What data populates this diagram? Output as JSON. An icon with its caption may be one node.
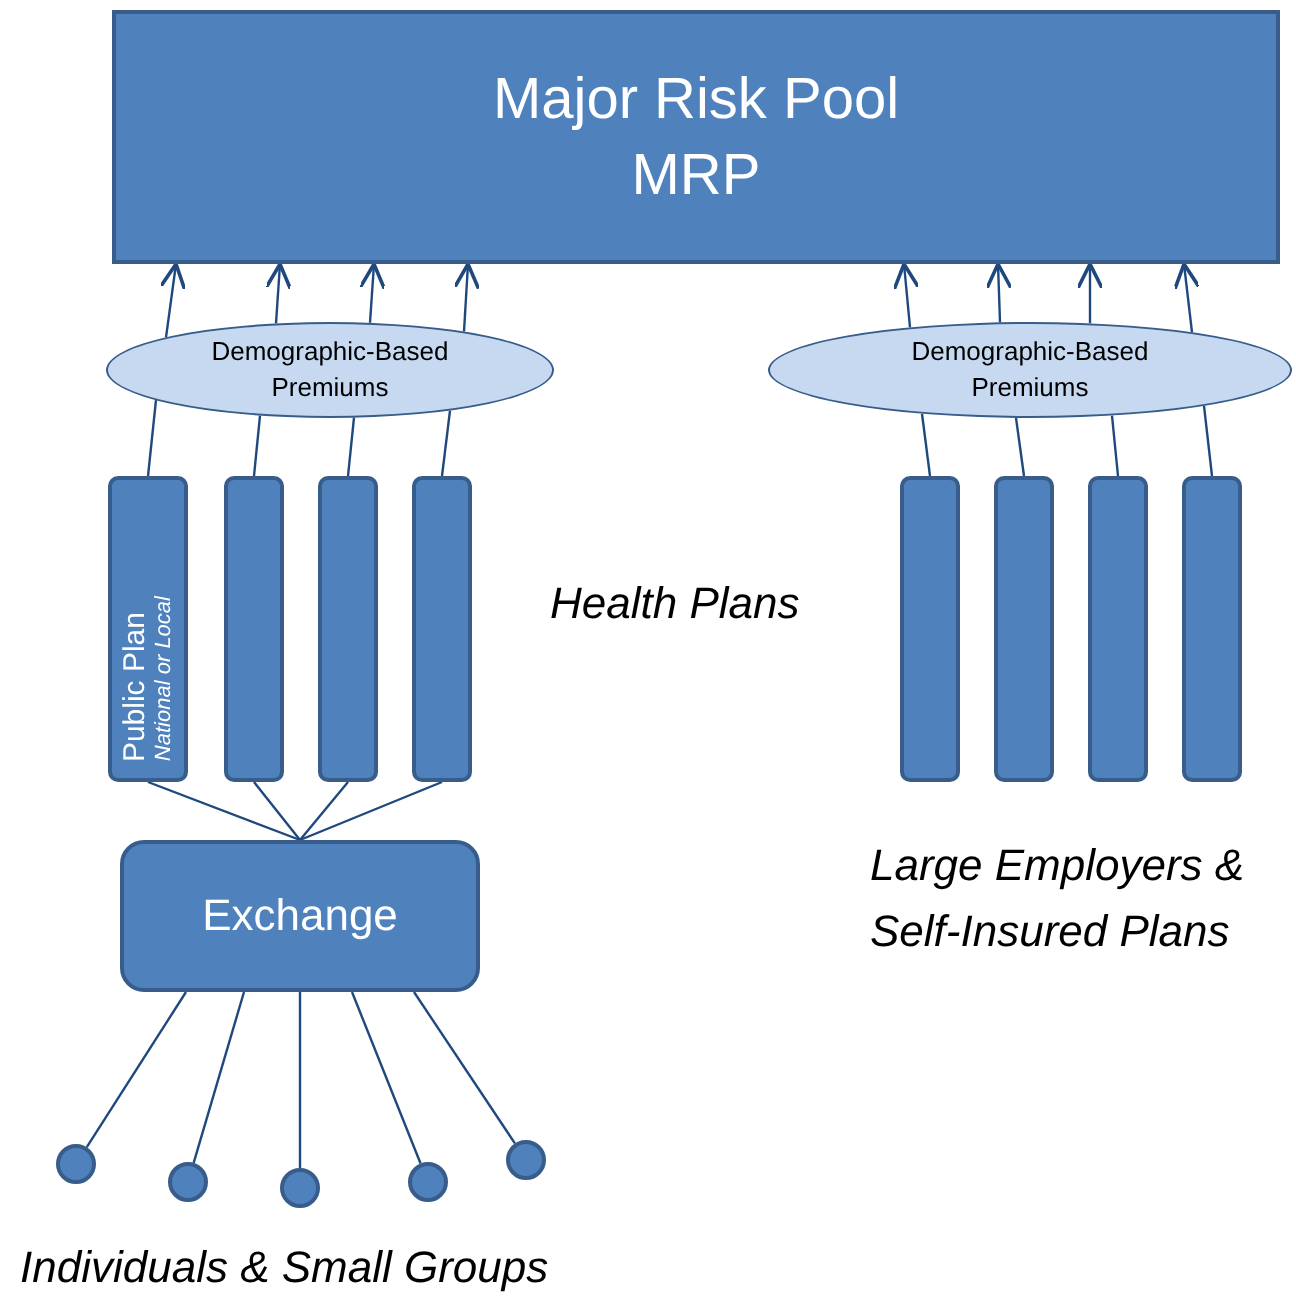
{
  "diagram": {
    "nodes": [
      {
        "text": [
          "Major Risk Pool",
          "MRP"
        ]
      },
      {
        "text": [
          "Demographic-Based Premiums"
        ]
      },
      {
        "text": [
          "Demographic-Based Premiums"
        ]
      },
      {
        "text": [
          "Public Plan",
          "National or Local"
        ]
      },
      {
        "text": [],
        "shape": "bar"
      },
      {
        "text": [],
        "shape": "bar"
      },
      {
        "text": [],
        "shape": "bar"
      },
      {
        "text": [],
        "shape": "bar"
      },
      {
        "text": [],
        "shape": "bar"
      },
      {
        "text": [],
        "shape": "bar"
      },
      {
        "text": [],
        "shape": "bar"
      },
      {
        "text": [
          "Exchange"
        ]
      },
      {
        "text": [],
        "shape": "circle"
      },
      {
        "text": [],
        "shape": "circle"
      },
      {
        "text": [],
        "shape": "circle"
      },
      {
        "text": [],
        "shape": "circle"
      },
      {
        "text": [],
        "shape": "circle"
      }
    ],
    "edges": [
      {
        "from": 1,
        "to": 0,
        "arrow": "to"
      },
      {
        "from": 1,
        "to": 0,
        "arrow": "to"
      },
      {
        "from": 1,
        "to": 0,
        "arrow": "to"
      },
      {
        "from": 1,
        "to": 0,
        "arrow": "to"
      },
      {
        "from": 2,
        "to": 0,
        "arrow": "to"
      },
      {
        "from": 2,
        "to": 0,
        "arrow": "to"
      },
      {
        "from": 2,
        "to": 0,
        "arrow": "to"
      },
      {
        "from": 2,
        "to": 0,
        "arrow": "to"
      },
      {
        "from": 3,
        "to": 1,
        "arrow": "none"
      },
      {
        "from": 4,
        "to": 1,
        "arrow": "none"
      },
      {
        "from": 5,
        "to": 1,
        "arrow": "none"
      },
      {
        "from": 6,
        "to": 1,
        "arrow": "none"
      },
      {
        "from": 7,
        "to": 2,
        "arrow": "none"
      },
      {
        "from": 8,
        "to": 2,
        "arrow": "none"
      },
      {
        "from": 9,
        "to": 2,
        "arrow": "none"
      },
      {
        "from": 10,
        "to": 2,
        "arrow": "none"
      },
      {
        "from": 11,
        "to": 3,
        "arrow": "none"
      },
      {
        "from": 11,
        "to": 4,
        "arrow": "none"
      },
      {
        "from": 11,
        "to": 5,
        "arrow": "none"
      },
      {
        "from": 11,
        "to": 6,
        "arrow": "none"
      },
      {
        "from": 11,
        "to": 12,
        "arrow": "none"
      },
      {
        "from": 11,
        "to": 13,
        "arrow": "none"
      },
      {
        "from": 11,
        "to": 14,
        "arrow": "none"
      },
      {
        "from": 11,
        "to": 15,
        "arrow": "none"
      },
      {
        "from": 11,
        "to": 16,
        "arrow": "none"
      }
    ],
    "labels": [
      "Health Plans",
      "Large Employers & Self-Insured Plans",
      "Individuals & Small Groups"
    ]
  }
}
